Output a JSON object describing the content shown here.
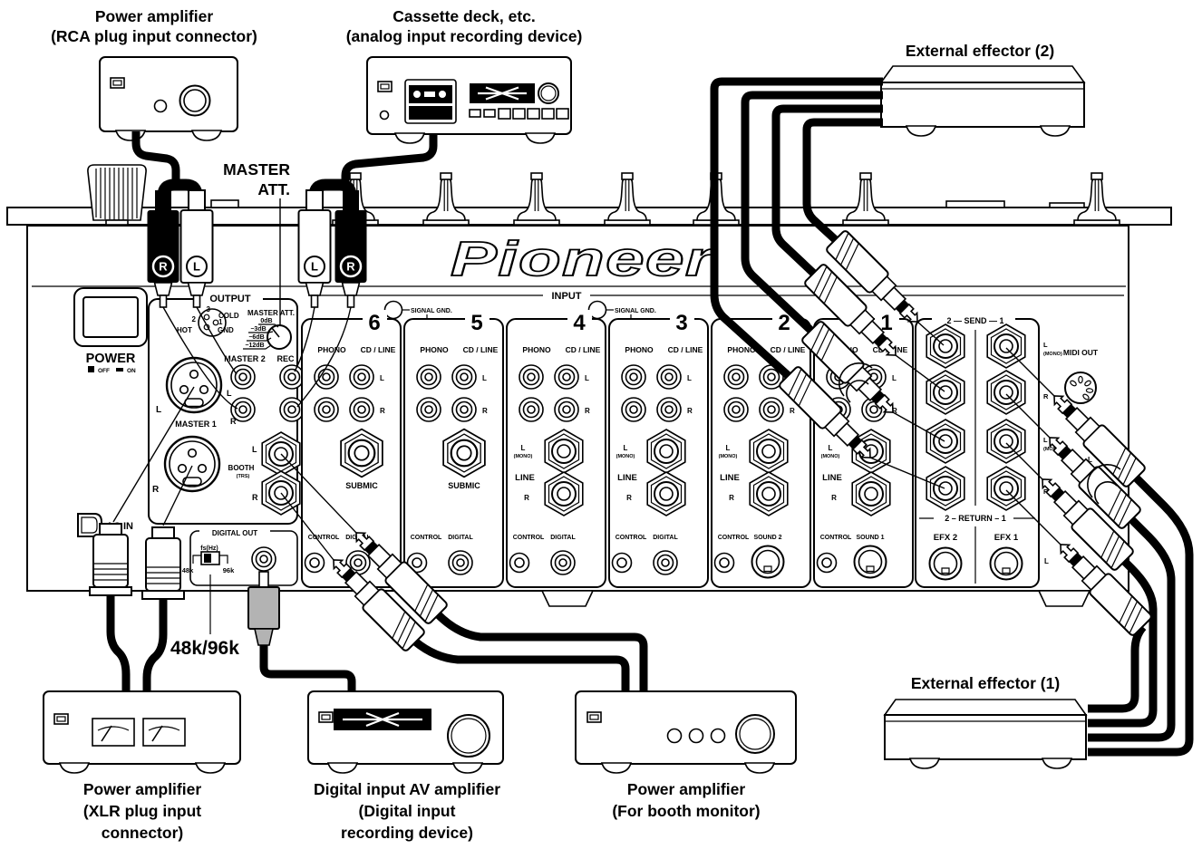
{
  "colors": {
    "ink": "#000000",
    "paper": "#ffffff",
    "plug_gray": "#b3b3b3"
  },
  "top_devices": {
    "amp_rca": {
      "line1": "Power amplifier",
      "line2": "(RCA plug input connector)"
    },
    "cassette": {
      "line1": "Cassette deck, etc.",
      "line2": "(analog input recording device)"
    },
    "effector2": {
      "label": "External effector (2)"
    }
  },
  "bottom_devices": {
    "amp_xlr": {
      "line1": "Power amplifier",
      "line2": "(XLR plug input",
      "line3": "connector)"
    },
    "av_amp": {
      "line1": "Digital input AV amplifier",
      "line2": "(Digital input",
      "line3": "recording device)"
    },
    "booth_amp": {
      "line1": "Power amplifier",
      "line2": "(For booth monitor)"
    },
    "effector1": {
      "label": "External effector (1)"
    }
  },
  "callouts": {
    "master": "MASTER",
    "att": "ATT.",
    "fs": "48k/96k"
  },
  "lr": {
    "l": "L",
    "r": "R",
    "mono": "(MONO)"
  },
  "mixer": {
    "brand": "Pioneer",
    "power": {
      "label": "POWER",
      "off": "OFF",
      "on": "ON"
    },
    "output": {
      "title": "OUTPUT",
      "pins": {
        "n3": "3",
        "cold": "COLD",
        "n2": "2",
        "hot": "HOT",
        "n1": "1",
        "gnd": "GND"
      },
      "att_label": "MASTER ATT.",
      "att_steps": [
        "0dB",
        "−3dB",
        "−6dB",
        "−12dB"
      ],
      "master2": "MASTER 2",
      "rec": "REC",
      "master1": "MASTER  1",
      "booth": "BOOTH",
      "booth_sub": "(TRS)"
    },
    "ac_in": "AC IN",
    "digital_out": {
      "title": "DIGITAL OUT",
      "fs_label": "fs(Hz)",
      "f48": "48k",
      "f96": "96k"
    },
    "input_title": "INPUT",
    "signal_gnd": "SIGNAL GND.",
    "channels": [
      {
        "number": "6",
        "phono": "PHONO",
        "cd": "CD / LINE",
        "mid": "SUBMIC",
        "ctrl": "CONTROL",
        "aux": "DIGITAL"
      },
      {
        "number": "5",
        "phono": "PHONO",
        "cd": "CD / LINE",
        "mid": "SUBMIC",
        "ctrl": "CONTROL",
        "aux": "DIGITAL"
      },
      {
        "number": "4",
        "phono": "PHONO",
        "cd": "CD / LINE",
        "mid": "LINE",
        "ctrl": "CONTROL",
        "aux": "DIGITAL"
      },
      {
        "number": "3",
        "phono": "PHONO",
        "cd": "CD / LINE",
        "mid": "LINE",
        "ctrl": "CONTROL",
        "aux": "DIGITAL"
      },
      {
        "number": "2",
        "phono": "PHONO",
        "cd": "CD / LINE",
        "mid": "LINE",
        "ctrl": "CONTROL",
        "aux": "SOUND 2"
      },
      {
        "number": "1",
        "phono": "PHONO",
        "cd": "CD / LINE",
        "mid": "LINE",
        "ctrl": "CONTROL",
        "aux": "SOUND 1"
      }
    ],
    "sendreturn": {
      "send": "2 — SEND — 1",
      "ret": "2 – RETURN – 1",
      "efx2": "EFX 2",
      "efx1": "EFX 1"
    },
    "midi_out": "MIDI OUT",
    "cable_tag": "L"
  }
}
